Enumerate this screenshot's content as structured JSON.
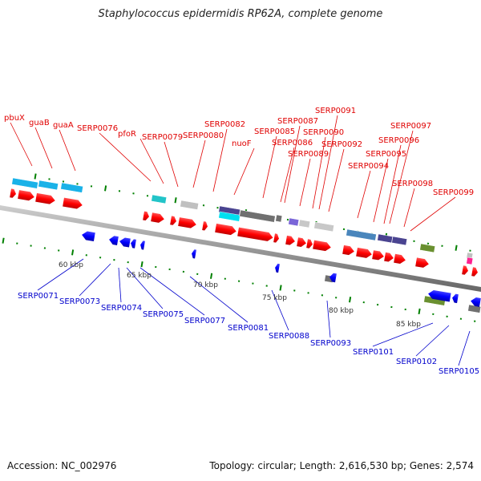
{
  "title": "Staphylococcus epidermidis RP62A, complete genome",
  "footer": {
    "accession": "Accession: NC_002976",
    "summary": "Topology: circular; Length: 2,616,530 bp; Genes: 2,574"
  },
  "colors": {
    "forward_gene": "#ff0000",
    "reverse_gene": "#0000ff",
    "backbone": "#888888",
    "tick": "#008000",
    "forward_label": "#e00000",
    "reverse_label": "#0000cc"
  },
  "scale_labels": [
    "60 kbp",
    "65 kbp",
    "70 kbp",
    "75 kbp",
    "80 kbp",
    "85 kbp"
  ],
  "forward_labels": [
    "pbuX",
    "guaB",
    "guaA",
    "SERP0076",
    "pfoR",
    "SERP0079",
    "SERP0080",
    "SERP0082",
    "nuoF",
    "SERP0085",
    "SERP0086",
    "SERP0087",
    "SERP0089",
    "SERP0090",
    "SERP0091",
    "SERP0092",
    "SERP0094",
    "SERP0095",
    "SERP0096",
    "SERP0097",
    "SERP0098",
    "SERP0099"
  ],
  "reverse_labels": [
    "SERP0071",
    "SERP0073",
    "SERP0074",
    "SERP0075",
    "SERP0077",
    "SERP0081",
    "SERP0088",
    "SERP0093",
    "SERP0101",
    "SERP0102",
    "SERP0105"
  ]
}
